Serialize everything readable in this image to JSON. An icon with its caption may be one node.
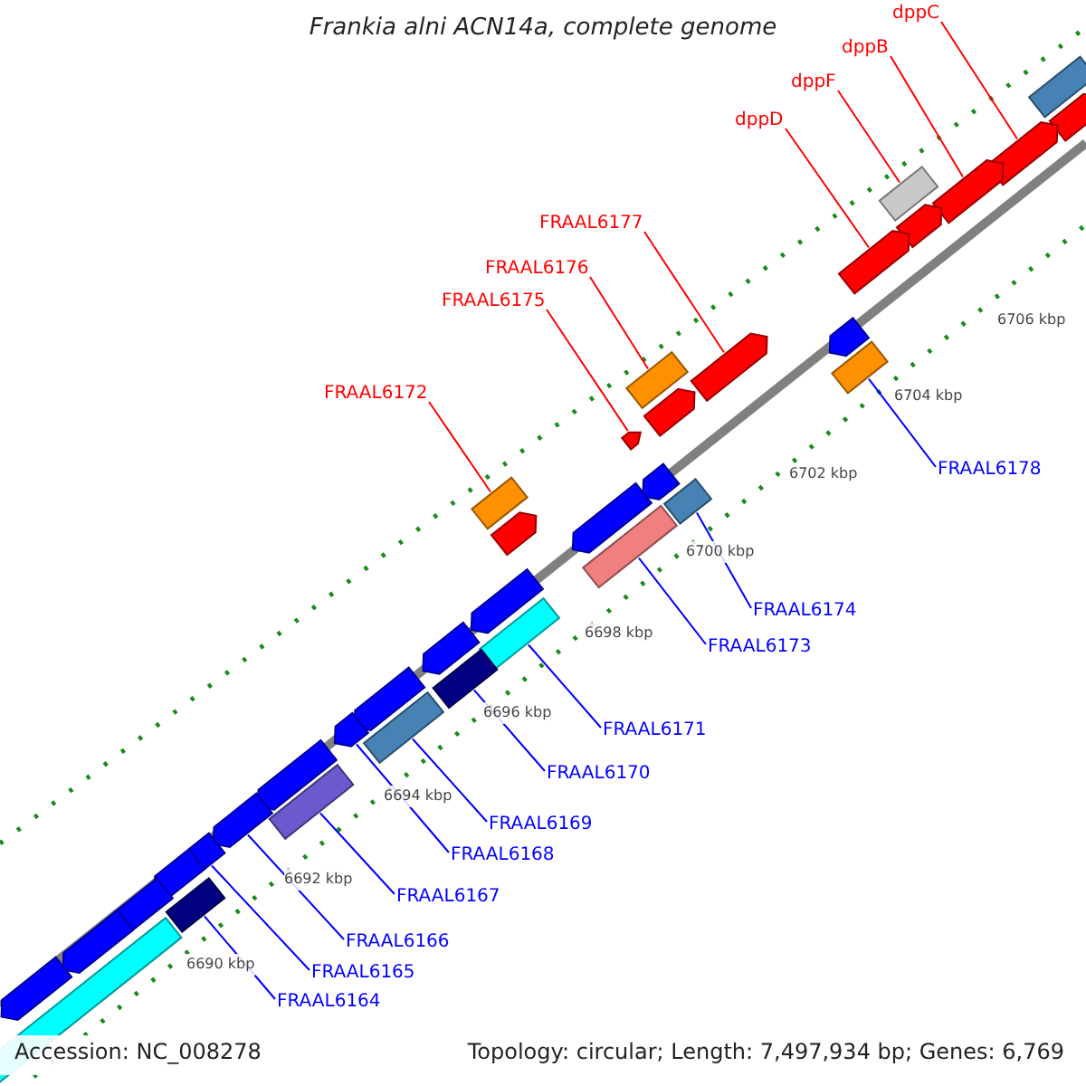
{
  "diagram": {
    "title": "Frankia alni ACN14a, complete genome",
    "nodes": [
      {
        "text": [
          "dppC"
        ]
      },
      {
        "text": [
          "dppB"
        ]
      },
      {
        "text": [
          "dppF"
        ]
      },
      {
        "text": [
          "dppD"
        ]
      },
      {
        "text": [
          "FRAAL6177"
        ]
      },
      {
        "text": [
          "FRAAL6176"
        ]
      },
      {
        "text": [
          "FRAAL6175"
        ]
      },
      {
        "text": [
          "FRAAL6172"
        ]
      },
      {
        "text": [
          "FRAAL6178"
        ]
      },
      {
        "text": [
          "FRAAL6174"
        ]
      },
      {
        "text": [
          "FRAAL6173"
        ]
      },
      {
        "text": [
          "FRAAL6171"
        ]
      },
      {
        "text": [
          "FRAAL6170"
        ]
      },
      {
        "text": [
          "FRAAL6169"
        ]
      },
      {
        "text": [
          "FRAAL6168"
        ]
      },
      {
        "text": [
          "FRAAL6167"
        ]
      },
      {
        "text": [
          "FRAAL6166"
        ]
      },
      {
        "text": [
          "FRAAL6165"
        ]
      },
      {
        "text": [
          "FRAAL6164"
        ]
      },
      {
        "text": [],
        "shape": "box"
      },
      {
        "text": [],
        "shape": "bar"
      },
      {
        "text": [],
        "shape": "bar"
      },
      {
        "text": [],
        "shape": "bar"
      },
      {
        "text": [],
        "shape": "box"
      },
      {
        "text": [],
        "shape": "bar"
      },
      {
        "text": [],
        "shape": "bar"
      },
      {
        "text": [],
        "shape": "bar"
      },
      {
        "text": [],
        "shape": "box"
      },
      {
        "text": [],
        "shape": "bar"
      },
      {
        "text": [],
        "shape": "bar"
      },
      {
        "text": [],
        "shape": "box"
      },
      {
        "text": [],
        "shape": "bar"
      },
      {
        "text": [],
        "shape": "bar"
      },
      {
        "text": [],
        "shape": "box"
      },
      {
        "text": [],
        "shape": "bar"
      },
      {
        "text": [],
        "shape": "bar"
      },
      {
        "text": [],
        "shape": "box"
      },
      {
        "text": [],
        "shape": "box"
      },
      {
        "text": [],
        "shape": "bar"
      },
      {
        "text": [],
        "shape": "box"
      },
      {
        "text": [],
        "shape": "bar"
      },
      {
        "text": [],
        "shape": "box"
      },
      {
        "text": [],
        "shape": "bar"
      },
      {
        "text": [],
        "shape": "box"
      },
      {
        "text": [],
        "shape": "bar"
      },
      {
        "text": [],
        "shape": "bar"
      },
      {
        "text": [],
        "shape": "box"
      },
      {
        "text": [],
        "shape": "bar"
      },
      {
        "text": [],
        "shape": "bar"
      },
      {
        "text": [],
        "shape": "bar"
      },
      {
        "text": [],
        "shape": "box"
      },
      {
        "text": [],
        "shape": "bar"
      },
      {
        "text": [],
        "shape": "bar"
      },
      {
        "text": [],
        "shape": "box"
      },
      {
        "text": [],
        "shape": "bar"
      }
    ],
    "edges": [
      {
        "from": 0,
        "to": 21,
        "arrow": "none",
        "color": "#ff0000"
      },
      {
        "from": 1,
        "to": 22,
        "arrow": "none",
        "color": "#ff0000"
      },
      {
        "from": 2,
        "to": 23,
        "arrow": "none",
        "color": "#ff0000"
      },
      {
        "from": 3,
        "to": 25,
        "arrow": "none",
        "color": "#ff0000"
      },
      {
        "from": 4,
        "to": 26,
        "arrow": "none",
        "color": "#ff0000"
      },
      {
        "from": 5,
        "to": 27,
        "arrow": "none",
        "color": "#ff0000"
      },
      {
        "from": 6,
        "to": 29,
        "arrow": "none",
        "color": "#ff0000"
      },
      {
        "from": 7,
        "to": 30,
        "arrow": "none",
        "color": "#ff0000"
      },
      {
        "from": 8,
        "to": 33,
        "arrow": "none"
      },
      {
        "from": 9,
        "to": 36,
        "arrow": "none"
      },
      {
        "from": 10,
        "to": 37,
        "arrow": "none"
      },
      {
        "from": 11,
        "to": 39,
        "arrow": "none"
      },
      {
        "from": 12,
        "to": 41,
        "arrow": "none"
      },
      {
        "from": 13,
        "to": 43,
        "arrow": "none"
      },
      {
        "from": 14,
        "to": 44,
        "arrow": "none"
      },
      {
        "from": 15,
        "to": 46,
        "arrow": "none"
      },
      {
        "from": 16,
        "to": 47,
        "arrow": "none"
      },
      {
        "from": 17,
        "to": 48,
        "arrow": "none"
      },
      {
        "from": 18,
        "to": 50,
        "arrow": "none"
      }
    ],
    "labels": [
      "6706 kbp",
      "6704 kbp",
      "6702 kbp",
      "6700 kbp",
      "6698 kbp",
      "6696 kbp",
      "6694 kbp",
      "6692 kbp",
      "6690 kbp",
      "Accession: NC_008278",
      "Topology: circular; Length: 7,497,934 bp; Genes: 6,769"
    ]
  }
}
